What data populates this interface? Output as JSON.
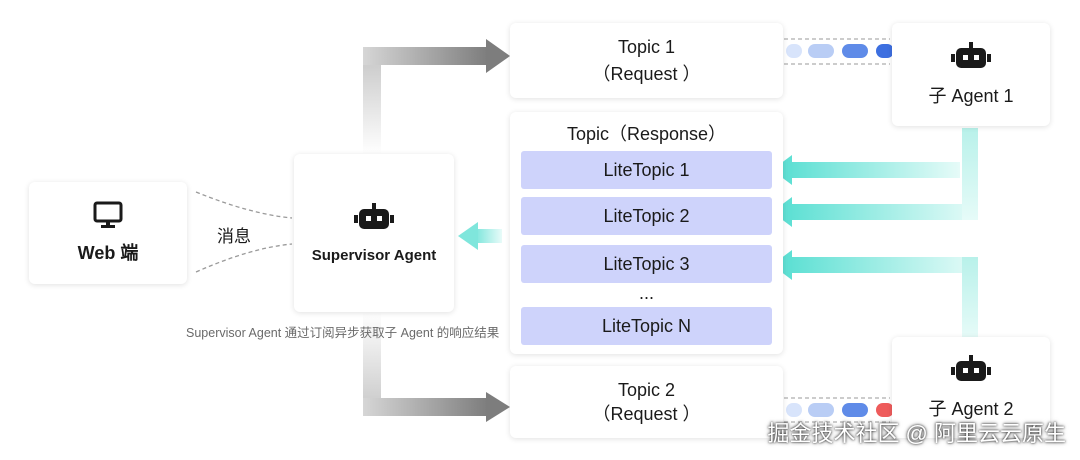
{
  "web": {
    "label": "Web 端",
    "icon": "monitor-icon"
  },
  "message_label": "消息",
  "supervisor": {
    "label": "Supervisor Agent",
    "icon": "robot-icon"
  },
  "caption": "Supervisor Agent 通过订阅异步获取子 Agent 的响应结果",
  "topic1": {
    "line1": "Topic 1",
    "line2": "（Request ）"
  },
  "topic2": {
    "line1": "Topic 2",
    "line2": "（Request ）"
  },
  "response": {
    "title": "Topic（Response）",
    "items": [
      "LiteTopic 1",
      "LiteTopic 2",
      "LiteTopic 3",
      "...",
      "LiteTopic N"
    ]
  },
  "agent1": {
    "label": "子 Agent 1",
    "icon": "robot-icon"
  },
  "agent2": {
    "label": "子 Agent 2",
    "icon": "robot-icon"
  },
  "watermark": "掘金技术社区 @ 阿里云云原生",
  "colors": {
    "lite_fill": "#ced3fb",
    "teal_arrow": "#5fe0d4",
    "gray_arrow": "#8c8c8c",
    "queue_blue": "#3d6fe0",
    "queue_light": "#b9cdf5",
    "queue_red": "#ee5b5b"
  }
}
